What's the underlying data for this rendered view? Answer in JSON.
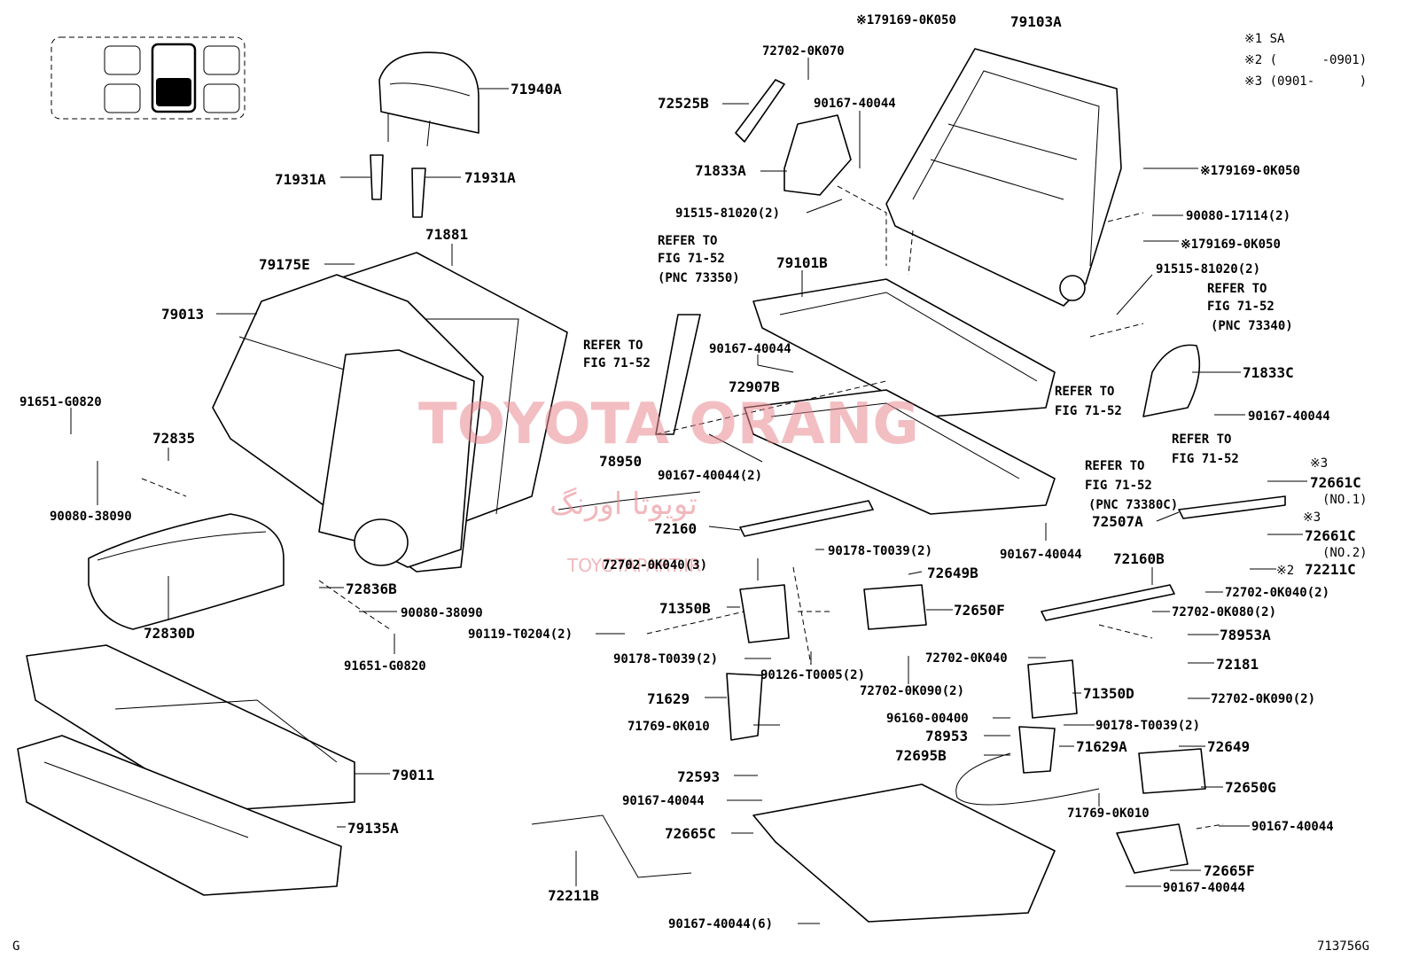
{
  "diagram": {
    "legend_notes": [
      "※1 SA",
      "※2 (      -0901)",
      "※3 (0901-      )"
    ],
    "watermark": {
      "main": "TOYOTA ORANG",
      "persian": "تویوتا اورنگ",
      "url": "TOYOTAPART.IR"
    },
    "corner_left": "G",
    "drawing_id": "713756G",
    "labels": {
      "p71940A": "71940A",
      "p71931A_l": "71931A",
      "p71931A_r": "71931A",
      "p71881": "71881",
      "p79175E": "79175E",
      "p79013": "79013",
      "p91651_top": "91651-G0820",
      "p72835": "72835",
      "p90080_l": "90080-38090",
      "p72830D": "72830D",
      "p72836B": "72836B",
      "p90080_b": "90080-38090",
      "p91651_bot": "91651-G0820",
      "p79011": "79011",
      "p79135A": "79135A",
      "p72702_0K070": "72702-0K070",
      "p72525B": "72525B",
      "p90167_top": "90167-40044",
      "p71833A": "71833A",
      "p91515_l": "91515-81020(2)",
      "p179169_top": "※179169-0K050",
      "p79103A": "79103A",
      "p179169_r1": "※179169-0K050",
      "p90080_17114": "90080-17114(2)",
      "p179169_r2": "※179169-0K050",
      "p91515_r": "91515-81020(2)",
      "p79101B": "79101B",
      "p90167_mid": "90167-40044",
      "p72907B": "72907B",
      "p90167_2": "90167-40044(2)",
      "p71833C": "71833C",
      "p90167_r": "90167-40044",
      "p78950": "78950",
      "p72160": "72160",
      "p72702_0K040_3": "72702-0K040(3)",
      "p90178_top": "90178-T0039(2)",
      "p72649B": "72649B",
      "p72650F": "72650F",
      "p71350B": "71350B",
      "p90119": "90119-T0204(2)",
      "p90178_b": "90178-T0039(2)",
      "p90126": "90126-T0005(2)",
      "p72702_0K090_l": "72702-0K090(2)",
      "p71629": "71629",
      "p71769_l": "71769-0K010",
      "p72593": "72593",
      "p90167_593": "90167-40044",
      "p72665C": "72665C",
      "p72211B": "72211B",
      "p90167_6": "90167-40044(6)",
      "p90167_rb": "90167-40044",
      "p72661C_1": "72661C",
      "p72661C_2": "72661C",
      "p72507A": "72507A",
      "p72160B": "72160B",
      "p72211C": "72211C",
      "p72702_0K040_2": "72702-0K040(2)",
      "p72702_0K080": "72702-0K080(2)",
      "p78953A": "78953A",
      "p72181": "72181",
      "p72702_0K040": "72702-0K040",
      "p72702_0K090_r": "72702-0K090(2)",
      "p71350D": "71350D",
      "p96160": "96160-00400",
      "p90178_r": "90178-T0039(2)",
      "p78953": "78953",
      "p72695B": "72695B",
      "p71629A": "71629A",
      "p72649": "72649",
      "p72650G": "72650G",
      "p71769_r": "71769-0K010",
      "p90167_665F_t": "90167-40044",
      "p72665F": "72665F",
      "p90167_665F_b": "90167-40044"
    },
    "note_marks": {
      "n1": "※3",
      "n1_sub": "(NO.1)",
      "n2": "※3",
      "n2_sub": "(NO.2)",
      "n3": "※2"
    },
    "references": {
      "r1": [
        "REFER TO",
        "FIG 71-52",
        "(PNC 73350)"
      ],
      "r2": [
        "REFER TO",
        "FIG 71-52"
      ],
      "r3": [
        "REFER TO",
        "FIG 71-52",
        "(PNC 73340)"
      ],
      "r4": [
        "REFER TO",
        "FIG 71-52"
      ],
      "r5": [
        "REFER TO",
        "FIG 71-52"
      ],
      "r6": [
        "REFER TO",
        "FIG 71-52",
        "(PNC 73380C)"
      ]
    }
  }
}
